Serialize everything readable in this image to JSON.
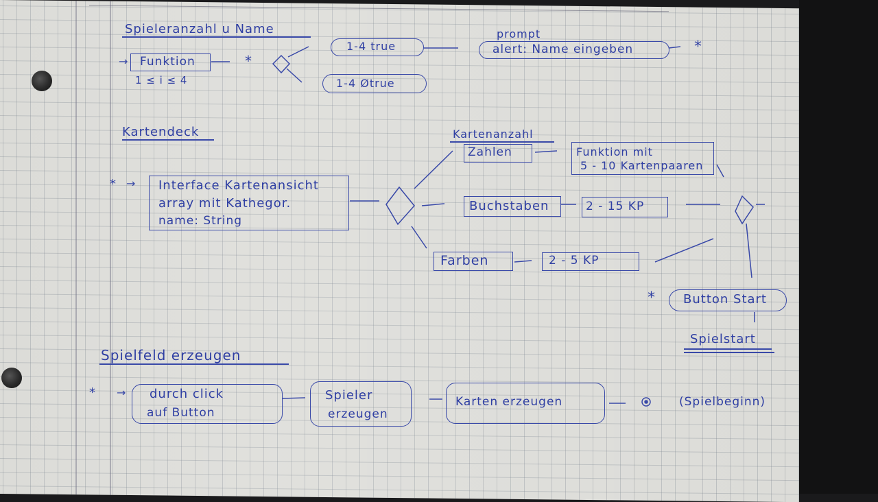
{
  "section1": {
    "title": "Spieleranzahl u Name",
    "function_box": "Funktion",
    "condition": "1 ≤ i ≤ 4",
    "pill_true": "1-4 true",
    "pill_false": "1-4 Øtrue",
    "prompt_label": "prompt",
    "prompt_pill": "alert: Name eingeben",
    "star": "*"
  },
  "section2": {
    "title": "Kartendeck",
    "interface_line1": "Interface Kartenansicht",
    "interface_line2": "array mit Kathegor.",
    "interface_line3": "name: String",
    "kartenanzahl_label": "Kartenanzahl",
    "zahlen": "Zahlen",
    "funktion_mit_line1": "Funktion mit",
    "funktion_mit_line2": "5 - 10 Kartenpaaren",
    "buchstaben": "Buchstaben",
    "kp_2_15": "2 - 15 KP",
    "farben": "Farben",
    "kp_2_5": "2 - 5 KP",
    "button_start": "Button Start",
    "spielstart": "Spielstart",
    "star": "*"
  },
  "section3": {
    "title": "Spielfeld erzeugen",
    "step1_line1": "durch click",
    "step1_line2": "auf Button",
    "step2_line1": "Spieler",
    "step2_line2": "erzeugen",
    "step3": "Karten erzeugen",
    "end": "(Spielbeginn)",
    "star": "*"
  },
  "colors": {
    "ink": "#3949a8",
    "paper": "#dcdcd8"
  }
}
